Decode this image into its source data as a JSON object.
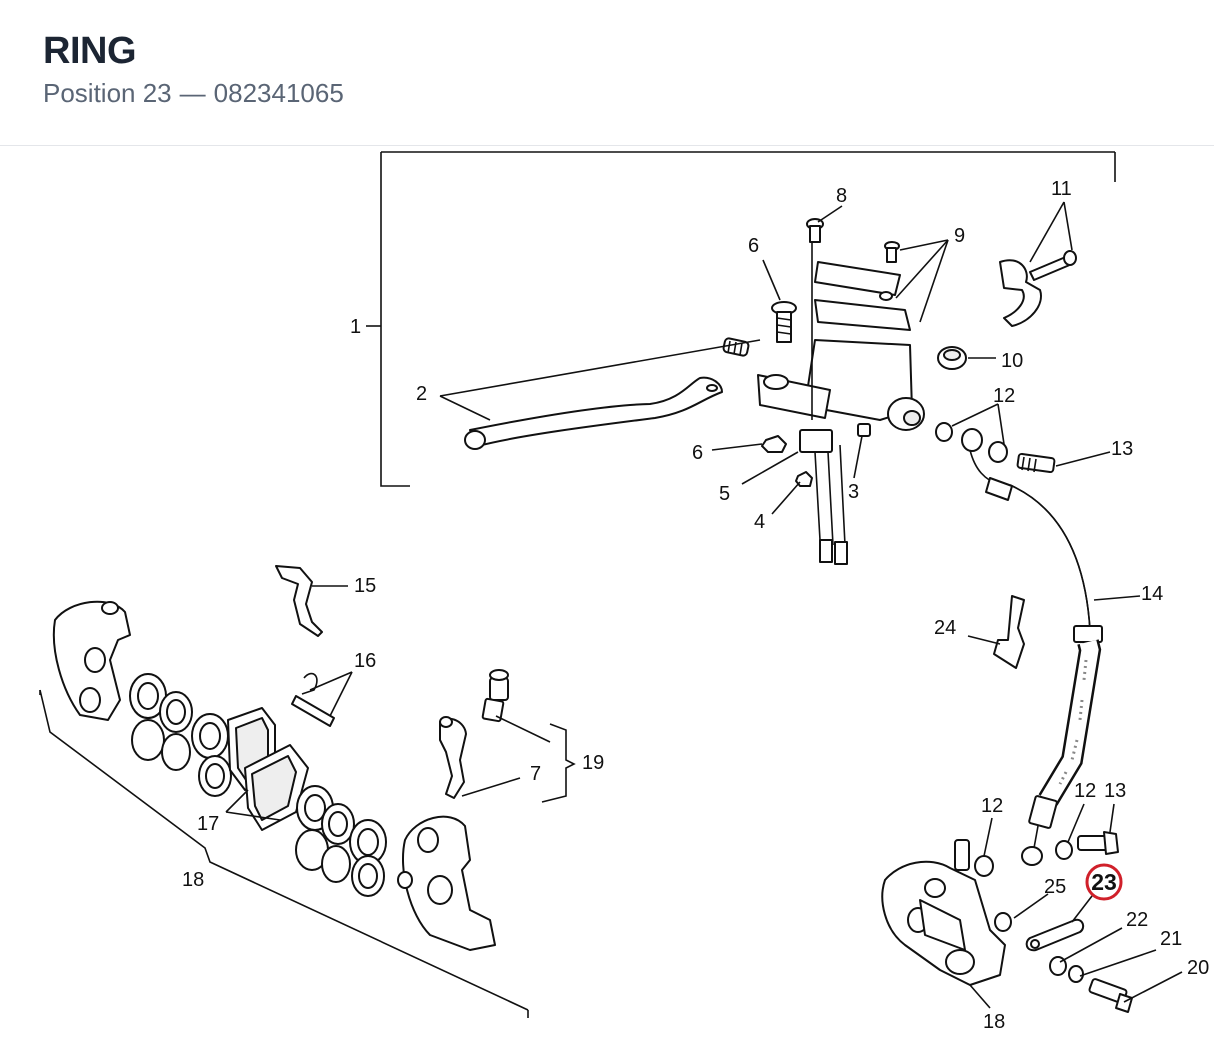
{
  "header": {
    "title": "RING",
    "position_label": "Position 23",
    "separator": "—",
    "part_number": "082341065"
  },
  "highlight": {
    "position": "23",
    "color": "#d0202a"
  },
  "callouts": {
    "c1": "1",
    "c2": "2",
    "c3": "3",
    "c4": "4",
    "c5": "5",
    "c6a": "6",
    "c6b": "6",
    "c7": "7",
    "c8": "8",
    "c9": "9",
    "c10": "10",
    "c11": "11",
    "c12a": "12",
    "c12b": "12",
    "c12c": "12",
    "c13a": "13",
    "c13b": "13",
    "c14": "14",
    "c15": "15",
    "c16": "16",
    "c17": "17",
    "c18a": "18",
    "c18b": "18",
    "c19": "19",
    "c20": "20",
    "c21": "21",
    "c22": "22",
    "c24": "24",
    "c25": "25"
  }
}
